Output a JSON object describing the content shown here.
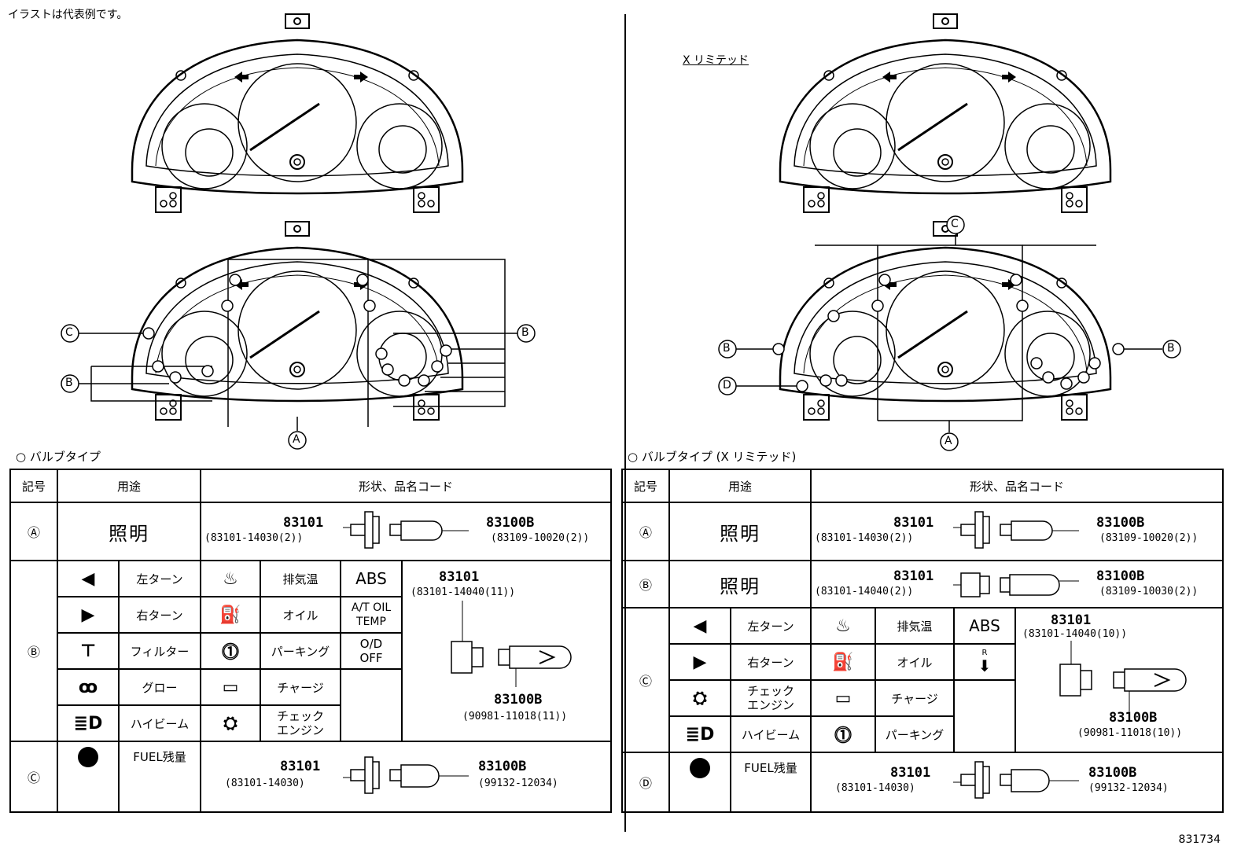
{
  "note": "イラストは代表例です。",
  "left": {
    "section_title": "○ バルブタイプ",
    "callouts": {
      "a": "A",
      "b": "B",
      "c": "C"
    },
    "table": {
      "headers": {
        "symbol": "記号",
        "usage": "用途",
        "shape": "形状、品名コード"
      },
      "row_a": {
        "symbol": "Ⓐ",
        "usage": "照明",
        "part_socket": "83101",
        "code_socket": "(83101-14030(2))",
        "part_bulb": "83100B",
        "code_bulb": "(83109-10020(2))"
      },
      "row_b": {
        "symbol": "Ⓑ",
        "items": [
          {
            "icon": "left-arrow-icon",
            "label": "左ターン"
          },
          {
            "icon": "right-arrow-icon",
            "label": "右ターン"
          },
          {
            "icon": "filter-icon",
            "label": "フィルター"
          },
          {
            "icon": "glow-icon",
            "label": "グロー"
          },
          {
            "icon": "high-beam-icon",
            "label": "ハイビーム"
          },
          {
            "icon": "exhaust-temp-icon",
            "label": "排気温"
          },
          {
            "icon": "oil-icon",
            "label": "オイル"
          },
          {
            "icon": "parking-icon",
            "label": "パーキング"
          },
          {
            "icon": "charge-icon",
            "label": "チャージ"
          },
          {
            "icon": "check-engine-icon",
            "label": "チェック\nエンジン"
          }
        ],
        "abs": "ABS",
        "at_oil_temp": "A/T OIL\nTEMP",
        "od_off": "O/D\nOFF",
        "part_socket": "83101",
        "code_socket": "(83101-14040(11))",
        "part_bulb": "83100B",
        "code_bulb": "(90981-11018(11))"
      },
      "row_c": {
        "symbol": "Ⓒ",
        "usage": "FUEL残量",
        "part_socket": "83101",
        "code_socket": "(83101-14030)",
        "part_bulb": "83100B",
        "code_bulb": "(99132-12034)"
      }
    }
  },
  "right": {
    "subtitle": "X リミテッド",
    "section_title": "○ バルブタイプ (X リミテッド)",
    "callouts": {
      "a": "A",
      "b": "B",
      "c": "C",
      "d": "D"
    },
    "table": {
      "headers": {
        "symbol": "記号",
        "usage": "用途",
        "shape": "形状、品名コード"
      },
      "row_a": {
        "symbol": "Ⓐ",
        "usage": "照明",
        "part_socket": "83101",
        "code_socket": "(83101-14030(2))",
        "part_bulb": "83100B",
        "code_bulb": "(83109-10020(2))"
      },
      "row_b": {
        "symbol": "Ⓑ",
        "usage": "照明",
        "part_socket": "83101",
        "code_socket": "(83101-14040(2))",
        "part_bulb": "83100B",
        "code_bulb": "(83109-10030(2))"
      },
      "row_c": {
        "symbol": "Ⓒ",
        "items": [
          {
            "icon": "left-arrow-icon",
            "label": "左ターン"
          },
          {
            "icon": "right-arrow-icon",
            "label": "右ターン"
          },
          {
            "icon": "check-engine-icon",
            "label": "チェック\nエンジン"
          },
          {
            "icon": "high-beam-icon",
            "label": "ハイビーム"
          },
          {
            "icon": "exhaust-temp-icon",
            "label": "排気温"
          },
          {
            "icon": "oil-icon",
            "label": "オイル"
          },
          {
            "icon": "charge-icon",
            "label": "チャージ"
          },
          {
            "icon": "parking-icon",
            "label": "パーキング"
          }
        ],
        "abs": "ABS",
        "r_label": "R",
        "part_socket": "83101",
        "code_socket": "(83101-14040(10))",
        "part_bulb": "83100B",
        "code_bulb": "(90981-11018(10))"
      },
      "row_d": {
        "symbol": "Ⓓ",
        "usage": "FUEL残量",
        "part_socket": "83101",
        "code_socket": "(83101-14030)",
        "part_bulb": "83100B",
        "code_bulb": "(99132-12034)"
      }
    }
  },
  "catalog_number": "831734"
}
